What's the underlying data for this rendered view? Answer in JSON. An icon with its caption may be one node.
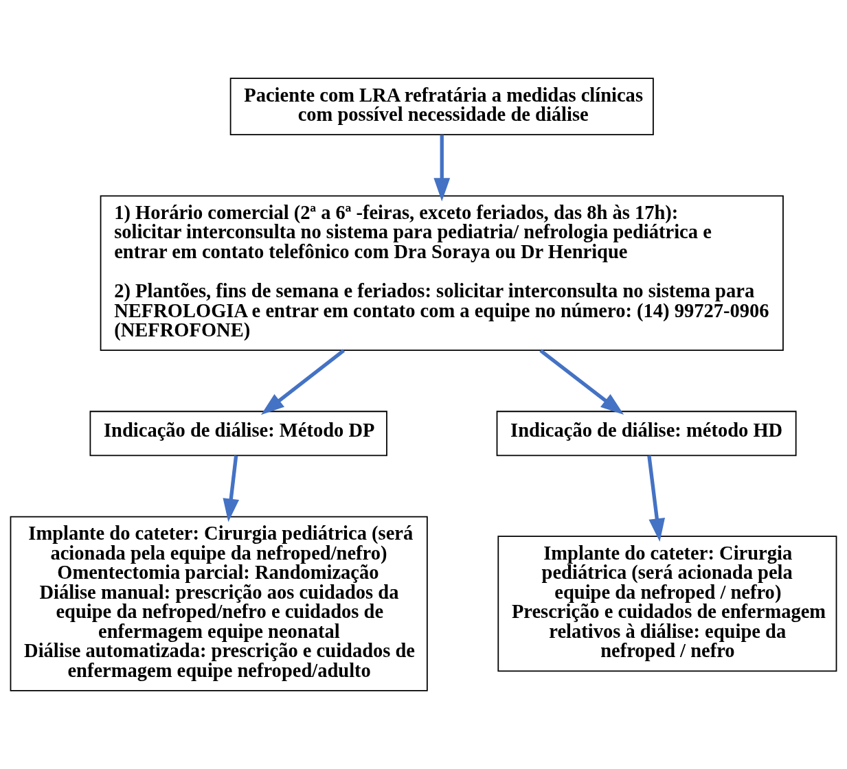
{
  "diagram": {
    "nodes": [
      {
        "text": [
          "Paciente com LRA refratária a medidas clínicas com possível necessidade de diálise"
        ]
      },
      {
        "text": [
          "1) Horário comercial (2ª a 6ª -feiras, exceto feriados, das 8h às 17h): solicitar interconsulta no sistema para pediatria/ nefrologia pediátrica e entrar em contato telefônico com Dra Soraya ou Dr Henrique",
          "2) Plantões, fins de semana e feriados: solicitar interconsulta no sistema para NEFROLOGIA e entrar em contato com a equipe no número: (14) 99727-0906 (NEFROFONE)"
        ]
      },
      {
        "text": [
          "Indicação de diálise: Método DP"
        ]
      },
      {
        "text": [
          "Indicação de diálise: método HD"
        ]
      },
      {
        "text": [
          "Implante do cateter: Cirurgia pediátrica (será acionada pela equipe da nefroped/nefro)",
          "Omentectomia parcial: Randomização",
          "Diálise manual: prescrição aos cuidados da equipe da nefroped/nefro e cuidados de enfermagem equipe neonatal",
          "Diálise automatizada: prescrição e cuidados de enfermagem equipe nefroped/adulto"
        ]
      },
      {
        "text": [
          "Implante do cateter: Cirurgia pediátrica (será acionada pela equipe da nefroped / nefro)",
          "Prescrição e cuidados de enfermagem relativos à diálise: equipe da nefroped / nefro"
        ]
      }
    ],
    "edges": [
      {
        "from": 0,
        "to": 1,
        "arrow": "to"
      },
      {
        "from": 1,
        "to": 2,
        "arrow": "to"
      },
      {
        "from": 1,
        "to": 3,
        "arrow": "to"
      },
      {
        "from": 2,
        "to": 4,
        "arrow": "to"
      },
      {
        "from": 3,
        "to": 5,
        "arrow": "to"
      }
    ]
  }
}
